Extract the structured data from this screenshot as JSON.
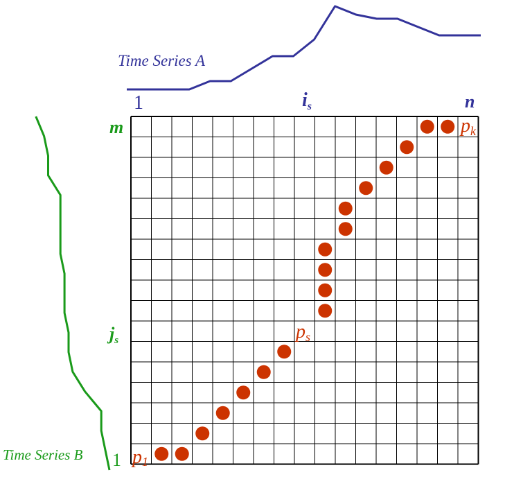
{
  "colors": {
    "series_a": "#33339a",
    "series_b": "#1a9a1a",
    "path": "#cc3300",
    "grid": "#000000",
    "background": "#ffffff"
  },
  "labels": {
    "series_a": "Time Series A",
    "series_b": "Time Series B",
    "a_start": "1",
    "a_mid": "i",
    "a_mid_sub": "s",
    "a_end": "n",
    "b_start": "1",
    "b_mid": "j",
    "b_mid_sub": "s",
    "b_end": "m",
    "path_start": "p",
    "path_start_sub": "1",
    "path_mid": "p",
    "path_mid_sub": "s",
    "path_end": "p",
    "path_end_sub": "k"
  },
  "grid": {
    "columns": 17,
    "rows": 17
  },
  "warping_path": [
    [
      1,
      1
    ],
    [
      2,
      1
    ],
    [
      3,
      2
    ],
    [
      4,
      3
    ],
    [
      5,
      4
    ],
    [
      6,
      5
    ],
    [
      7,
      6
    ],
    [
      9,
      8
    ],
    [
      9,
      9
    ],
    [
      9,
      10
    ],
    [
      9,
      11
    ],
    [
      10,
      12
    ],
    [
      10,
      13
    ],
    [
      11,
      14
    ],
    [
      12,
      15
    ],
    [
      13,
      16
    ],
    [
      14,
      17
    ],
    [
      15,
      17
    ]
  ],
  "series_a_values": [
    0,
    0,
    0,
    0,
    0.1,
    0.1,
    0.25,
    0.4,
    0.4,
    0.6,
    1.0,
    0.9,
    0.85,
    0.85,
    0.75,
    0.65,
    0.65,
    0.65
  ],
  "series_b_values": [
    0,
    0.05,
    0.1,
    0.1,
    0.3,
    0.45,
    0.5,
    0.5,
    0.55,
    0.55,
    0.55,
    0.6,
    0.6,
    0.6,
    0.6,
    0.75,
    0.75,
    0.8,
    0.9
  ]
}
